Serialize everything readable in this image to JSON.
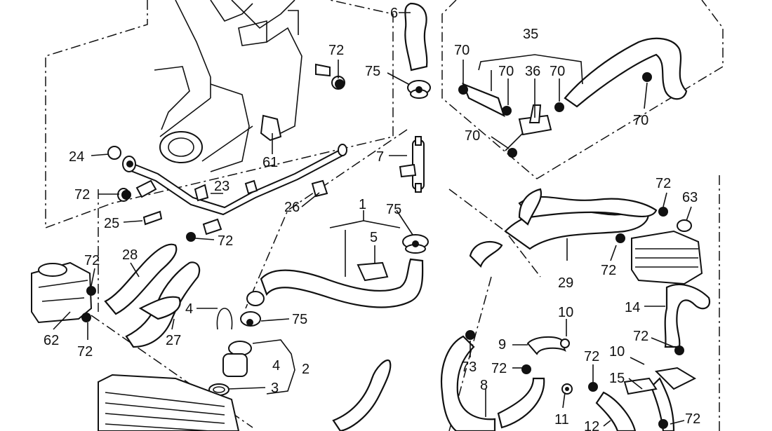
{
  "diagram": {
    "callouts": [
      {
        "id": "c6",
        "text": "6"
      },
      {
        "id": "c35",
        "text": "35"
      },
      {
        "id": "c72a",
        "text": "72"
      },
      {
        "id": "c75a",
        "text": "75"
      },
      {
        "id": "c70a",
        "text": "70"
      },
      {
        "id": "c70b",
        "text": "70"
      },
      {
        "id": "c36",
        "text": "36"
      },
      {
        "id": "c70c",
        "text": "70"
      },
      {
        "id": "c70d",
        "text": "70"
      },
      {
        "id": "c70e",
        "text": "70"
      },
      {
        "id": "c24",
        "text": "24"
      },
      {
        "id": "c61",
        "text": "61"
      },
      {
        "id": "c7",
        "text": "7"
      },
      {
        "id": "c72b",
        "text": "72"
      },
      {
        "id": "c23",
        "text": "23"
      },
      {
        "id": "c26",
        "text": "26"
      },
      {
        "id": "c72c",
        "text": "72"
      },
      {
        "id": "c63",
        "text": "63"
      },
      {
        "id": "c25",
        "text": "25"
      },
      {
        "id": "c1",
        "text": "1"
      },
      {
        "id": "c75b",
        "text": "75"
      },
      {
        "id": "c72d",
        "text": "72"
      },
      {
        "id": "c5",
        "text": "5"
      },
      {
        "id": "c72e",
        "text": "72"
      },
      {
        "id": "c28",
        "text": "28"
      },
      {
        "id": "c29",
        "text": "29"
      },
      {
        "id": "c72f",
        "text": "72"
      },
      {
        "id": "c14",
        "text": "14"
      },
      {
        "id": "c4a",
        "text": "4"
      },
      {
        "id": "c75c",
        "text": "75"
      },
      {
        "id": "c10a",
        "text": "10"
      },
      {
        "id": "c62",
        "text": "62"
      },
      {
        "id": "c27",
        "text": "27"
      },
      {
        "id": "c72g",
        "text": "72"
      },
      {
        "id": "c9",
        "text": "9"
      },
      {
        "id": "c72h",
        "text": "72"
      },
      {
        "id": "c4b",
        "text": "4"
      },
      {
        "id": "c2",
        "text": "2"
      },
      {
        "id": "c73",
        "text": "73"
      },
      {
        "id": "c72i",
        "text": "72"
      },
      {
        "id": "c72j",
        "text": "72"
      },
      {
        "id": "c10b",
        "text": "10"
      },
      {
        "id": "c3",
        "text": "3"
      },
      {
        "id": "c15",
        "text": "15"
      },
      {
        "id": "c8",
        "text": "8"
      },
      {
        "id": "c11",
        "text": "11"
      },
      {
        "id": "c12",
        "text": "12"
      },
      {
        "id": "c72k",
        "text": "72"
      }
    ]
  }
}
